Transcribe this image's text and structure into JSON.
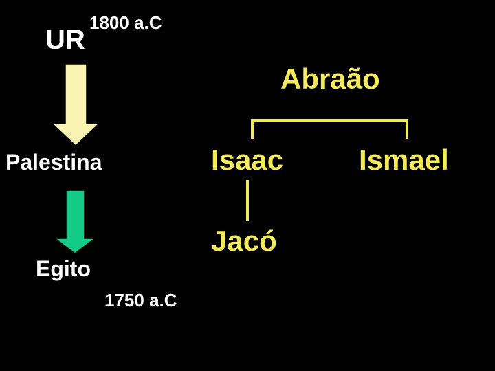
{
  "places": {
    "ur": "UR",
    "palestina": "Palestina",
    "egito": "Egito"
  },
  "dates": {
    "start": "1800 a.C",
    "end": "1750 a.C"
  },
  "family": {
    "abraao": "Abraão",
    "isaac": "Isaac",
    "ismael": "Ismael",
    "jaco": "Jacó"
  },
  "colors": {
    "background": "#000000",
    "place_text": "#ffffff",
    "family_text": "#f5ea5a",
    "tree_lines": "#f5ea5a",
    "arrow_ur_palestina": "#f8f3b0",
    "arrow_palestina_egito": "#15c987"
  }
}
